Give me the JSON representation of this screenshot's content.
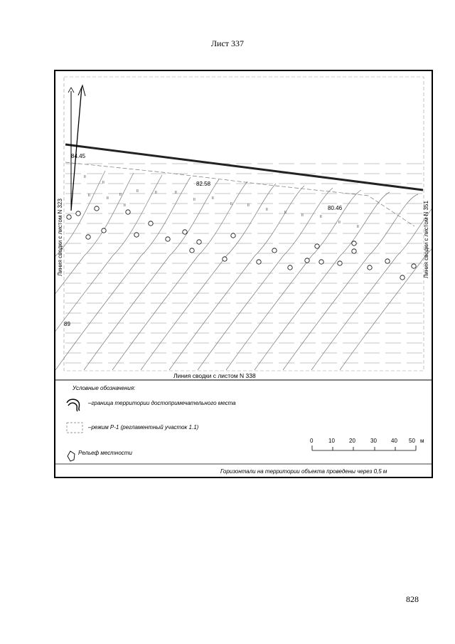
{
  "page": {
    "sheet_title": "Лист 337",
    "page_number": "828"
  },
  "map": {
    "bottom_line_label": "Линия сводки с листом N 338",
    "left_line_label": "Линия сводки с листом N 323",
    "right_line_label": "Линия сводки с листом N 351",
    "elevations": [
      "84.45",
      "82.58",
      "80.46"
    ],
    "left_edge_mark": "89",
    "hatch_mark": "II",
    "colors": {
      "ink": "#000000",
      "contour": "#7a7a7a",
      "grid": "#8c8c8c",
      "boundary": "#222222"
    }
  },
  "legend": {
    "title": "Условные обозначения:",
    "items": [
      {
        "icon": "boundary-outline-icon",
        "label": "–граница территории достопримечательного места"
      },
      {
        "icon": "regime-hatch-icon",
        "label": "–режим Р-1 (регламентный участок 1.1)"
      },
      {
        "icon": "relief-circle-icon",
        "label": "Рельеф местности"
      }
    ]
  },
  "scale_bar": {
    "ticks": [
      "0",
      "10",
      "20",
      "30",
      "40",
      "50"
    ],
    "unit": "м"
  },
  "footer_note": "Горизонтали на территории объекта проведены через 0,5 м"
}
